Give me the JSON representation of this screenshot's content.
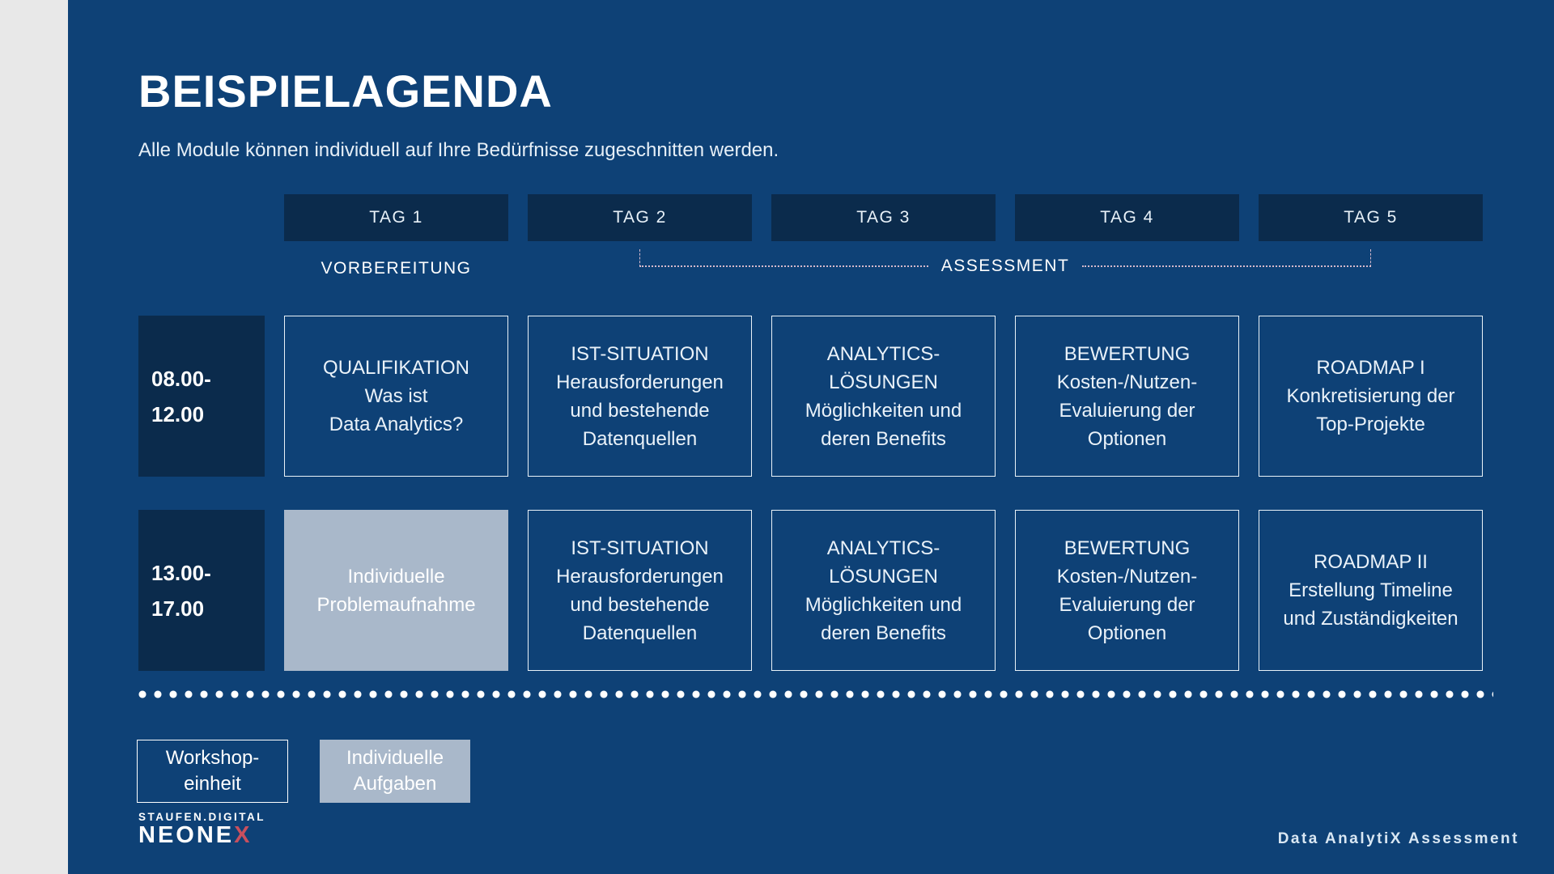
{
  "title": "BEISPIELAGENDA",
  "subtitle": "Alle Module können individuell auf Ihre Bedürfnisse zugeschnitten werden.",
  "days": [
    "TAG 1",
    "TAG 2",
    "TAG 3",
    "TAG 4",
    "TAG 5"
  ],
  "phases": {
    "vorbereitung": "VORBEREITUNG",
    "assessment": "ASSESSMENT"
  },
  "schedule": {
    "rows": [
      {
        "time": "08.00-\n12.00",
        "cells": [
          {
            "type": "workshop",
            "text": "QUALIFIKATION\nWas ist\nData Analytics?"
          },
          {
            "type": "workshop",
            "text": "IST-SITUATION\nHerausforderungen\nund bestehende\nDatenquellen"
          },
          {
            "type": "workshop",
            "text": "ANALYTICS-\nLÖSUNGEN\nMöglichkeiten und\nderen Benefits"
          },
          {
            "type": "workshop",
            "text": "BEWERTUNG\nKosten-/Nutzen-\nEvaluierung der\nOptionen"
          },
          {
            "type": "workshop",
            "text": "ROADMAP I\nKonkretisierung der\nTop-Projekte"
          }
        ]
      },
      {
        "time": "13.00-\n17.00",
        "cells": [
          {
            "type": "individual",
            "text": "Individuelle\nProblemaufnahme"
          },
          {
            "type": "workshop",
            "text": "IST-SITUATION\nHerausforderungen\nund bestehende\nDatenquellen"
          },
          {
            "type": "workshop",
            "text": "ANALYTICS-\nLÖSUNGEN\nMöglichkeiten und\nderen Benefits"
          },
          {
            "type": "workshop",
            "text": "BEWERTUNG\nKosten-/Nutzen-\nEvaluierung der\nOptionen"
          },
          {
            "type": "workshop",
            "text": "ROADMAP II\nErstellung Timeline\nund Zuständigkeiten"
          }
        ]
      }
    ]
  },
  "legend": {
    "items": [
      {
        "type": "workshop",
        "label": "Workshop-\neinheit"
      },
      {
        "type": "individual",
        "label": "Individuelle\nAufgaben"
      }
    ]
  },
  "branding": {
    "logo_top": "STAUFEN.DIGITAL",
    "logo_main": "NEONE",
    "logo_x": "X",
    "footer_right": "Data AnalytiX Assessment"
  },
  "colors": {
    "background": "#0E4176",
    "box_dark": "#0B2B4C",
    "box_light": "#A9B8CA",
    "accent_red": "#C8505E",
    "bracket_dotted": "#D5B9CB",
    "left_strip": "#E8E8E8"
  }
}
